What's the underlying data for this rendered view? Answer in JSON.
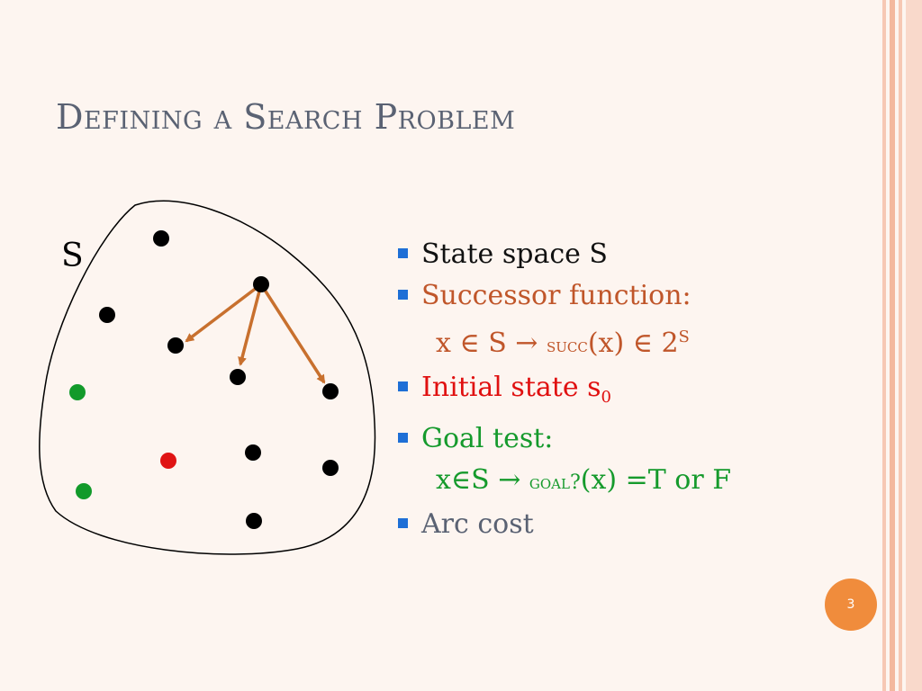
{
  "slide": {
    "title": "Defining a Search Problem",
    "page_number": "3"
  },
  "diagram": {
    "set_label": "S"
  },
  "bullets": [
    {
      "text": "State space S",
      "color": "#111111"
    },
    {
      "text": "Successor function:",
      "color": "#c0562a",
      "sub": {
        "lhs": "x ∈ S → ",
        "fn": "succ",
        "rhs": "(x) ∈ 2",
        "sup": "S"
      }
    },
    {
      "text": "Initial state s",
      "sub_text": "0",
      "color": "#e01010"
    },
    {
      "text": "Goal test:",
      "color": "#159a2c",
      "sub": {
        "lhs": "x∈S → ",
        "fn": "goal?",
        "rhs": "(x) =T or F"
      }
    },
    {
      "text": "Arc cost",
      "color": "#5a6273"
    }
  ],
  "colors": {
    "bullet_marker": "#1e6fd6",
    "arrow": "#c8702e",
    "node_default": "#000000",
    "node_goal": "#129a2a",
    "node_initial": "#e01414",
    "badge": "#f08c3c"
  }
}
